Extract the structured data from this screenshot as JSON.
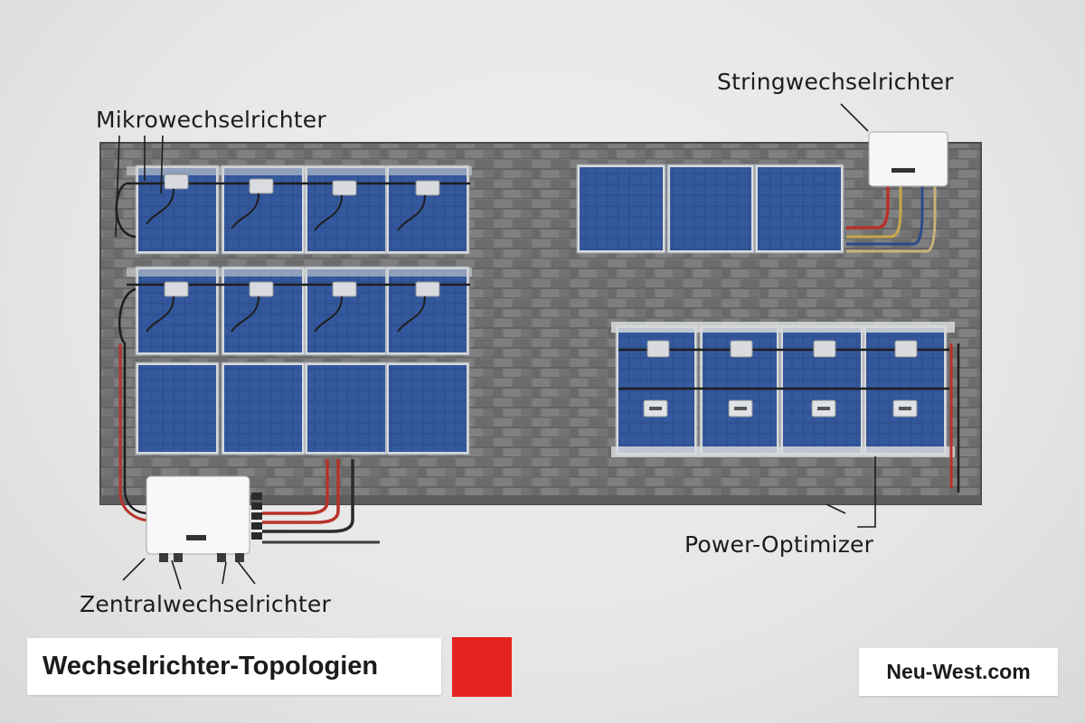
{
  "labels": {
    "micro": "Mikrowechselrichter",
    "string": "Stringwechselrichter",
    "optimizer": "Power-Optimizer",
    "central": "Zentralwechselrichter"
  },
  "footer": {
    "title": "Wechselrichter-Topologien",
    "site": "Neu-West.com"
  },
  "colors": {
    "roof": "#6f6f6f",
    "panel": "#2e4d8c",
    "logo": "#e52421",
    "cable_red": "#c0392b",
    "cable_black": "#1e1e1e"
  },
  "icons": [
    "logo-mark",
    "micro-inverter-icon",
    "power-optimizer-icon",
    "inverter-box-icon"
  ]
}
